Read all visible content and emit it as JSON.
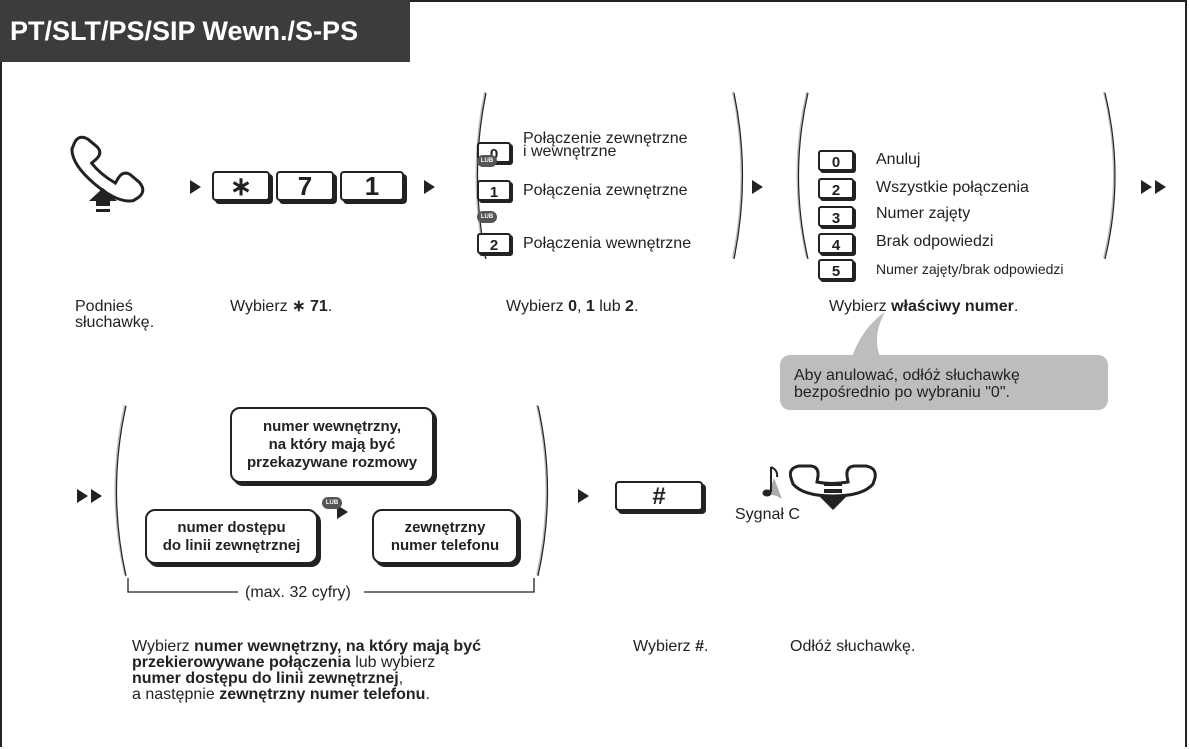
{
  "title": "PT/SLT/PS/SIP Wewn./S-PS",
  "step1": {
    "keys": [
      "∗",
      "7",
      "1"
    ],
    "caption_lift_1": "Podnieś",
    "caption_lift_2": "słuchawkę.",
    "caption_dial_prefix": "Wybierz ",
    "caption_dial_star": "∗",
    "caption_dial_num": " 71",
    "caption_dial_end": "."
  },
  "step2": {
    "options": [
      {
        "key": "0",
        "label_line1": "Połączenie zewnętrzne",
        "label_line2": "i wewnętrzne"
      },
      {
        "key": "1",
        "label": "Połączenia zewnętrzne"
      },
      {
        "key": "2",
        "label": "Połączenia wewnętrzne"
      }
    ],
    "or_badge": "LUB",
    "caption_prefix": "Wybierz ",
    "caption_b1": "0",
    "caption_mid1": ", ",
    "caption_b2": "1",
    "caption_mid2": " lub ",
    "caption_b3": "2",
    "caption_end": "."
  },
  "step3": {
    "options": [
      {
        "key": "0",
        "label": "Anuluj"
      },
      {
        "key": "2",
        "label": "Wszystkie połączenia"
      },
      {
        "key": "3",
        "label": "Numer zajęty"
      },
      {
        "key": "4",
        "label": "Brak odpowiedzi"
      },
      {
        "key": "5",
        "label": "Numer zajęty/brak odpowiedzi"
      }
    ],
    "caption_prefix": "Wybierz ",
    "caption_bold": "właściwy numer",
    "caption_end": ".",
    "note_line1": "Aby anulować, odłóż słuchawkę",
    "note_line2": "bezpośrednio po wybraniu \"0\"."
  },
  "step4": {
    "box_ext_1": "numer wewnętrzny,",
    "box_ext_2": "na który mają być",
    "box_ext_3": "przekazywane rozmowy",
    "or_badge": "LUB",
    "box_access_1": "numer dostępu",
    "box_access_2": "do linii zewnętrznej",
    "box_phone_1": "zewnętrzny",
    "box_phone_2": "numer telefonu",
    "max_digits": "(max. 32 cyfry)",
    "cap_l1_a": "Wybierz ",
    "cap_l1_b": "numer wewnętrzny, na który mają być",
    "cap_l2_a": "przekierowywane połączenia",
    "cap_l2_b": " lub wybierz",
    "cap_l3_a": "numer dostępu do linii zewnętrznej",
    "cap_l3_b": ",",
    "cap_l4_a": "a następnie ",
    "cap_l4_b": "zewnętrzny numer telefonu",
    "cap_l4_c": "."
  },
  "step5": {
    "key": "#",
    "tone": "Sygnał C",
    "caption_prefix": "Wybierz ",
    "caption_bold": "#",
    "caption_end": "."
  },
  "step6": {
    "caption": "Odłóż słuchawkę."
  }
}
